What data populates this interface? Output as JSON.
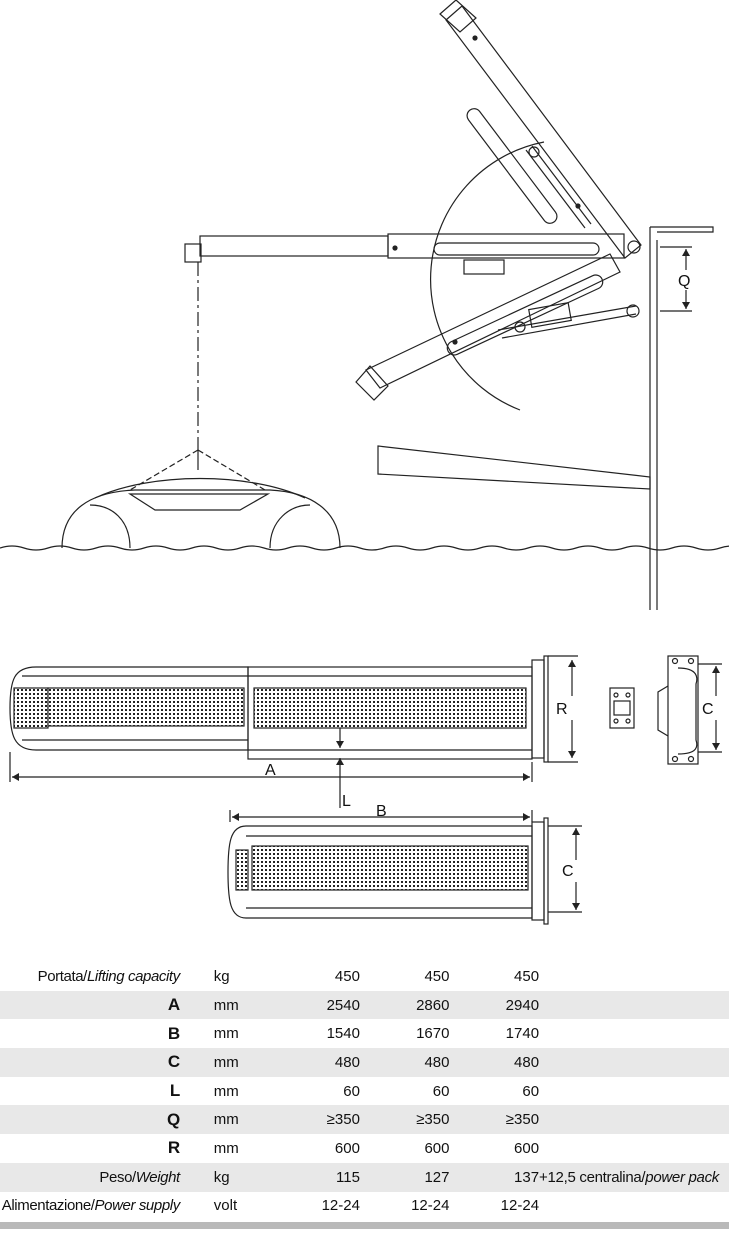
{
  "dimension_labels": {
    "Q": "Q",
    "R": "R",
    "C": "C",
    "A": "A",
    "L": "L",
    "B": "B",
    "C2": "C"
  },
  "spec_rows": [
    {
      "label": "Portata/",
      "label_it": "Lifting capacity",
      "unit": "kg",
      "v1": "450",
      "v2": "450",
      "v3": "450",
      "note": "",
      "note_it": ""
    },
    {
      "label": "A",
      "label_it": "",
      "unit": "mm",
      "v1": "2540",
      "v2": "2860",
      "v3": "2940",
      "note": "",
      "note_it": ""
    },
    {
      "label": "B",
      "label_it": "",
      "unit": "mm",
      "v1": "1540",
      "v2": "1670",
      "v3": "1740",
      "note": "",
      "note_it": ""
    },
    {
      "label": "C",
      "label_it": "",
      "unit": "mm",
      "v1": "480",
      "v2": "480",
      "v3": "480",
      "note": "",
      "note_it": ""
    },
    {
      "label": "L",
      "label_it": "",
      "unit": "mm",
      "v1": "60",
      "v2": "60",
      "v3": "60",
      "note": "",
      "note_it": ""
    },
    {
      "label": "Q",
      "label_it": "",
      "unit": "mm",
      "v1": "≥350",
      "v2": "≥350",
      "v3": "≥350",
      "note": "",
      "note_it": ""
    },
    {
      "label": "R",
      "label_it": "",
      "unit": "mm",
      "v1": "600",
      "v2": "600",
      "v3": "600",
      "note": "",
      "note_it": ""
    },
    {
      "label": "Peso/",
      "label_it": "Weight",
      "unit": "kg",
      "v1": "115",
      "v2": "127",
      "v3": "137",
      "note": "+12,5 centralina/",
      "note_it": "power pack"
    },
    {
      "label": "Alimentazione/",
      "label_it": "Power supply",
      "unit": "volt",
      "v1": "12-24",
      "v2": "12-24",
      "v3": "12-24",
      "note": "",
      "note_it": ""
    }
  ]
}
